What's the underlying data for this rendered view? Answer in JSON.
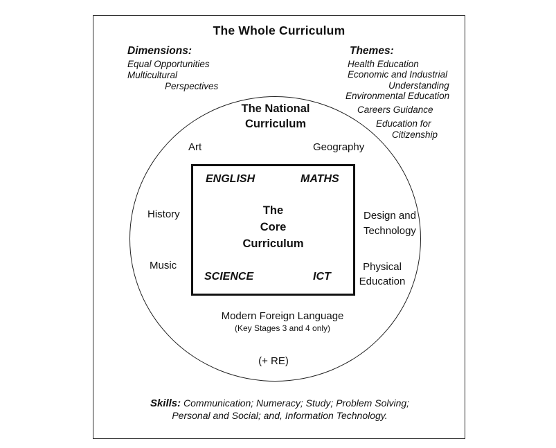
{
  "title": "The Whole Curriculum",
  "dimensions": {
    "header": "Dimensions:",
    "lines": [
      "Equal Opportunities",
      "Multicultural",
      "Perspectives"
    ]
  },
  "themes": {
    "header": "Themes:",
    "lines": [
      "Health Education",
      "Economic and Industrial",
      "Understanding",
      "Environmental Education",
      "Careers Guidance",
      "Education for",
      "Citizenship"
    ]
  },
  "national_curriculum": {
    "title_line1": "The National",
    "title_line2": "Curriculum",
    "art": "Art",
    "geography": "Geography",
    "history": "History",
    "music": "Music",
    "design_line1": "Design and",
    "design_line2": "Technology",
    "pe_line1": "Physical",
    "pe_line2": "Education",
    "mfl": "Modern Foreign Language",
    "mfl_note": "(Key Stages 3 and 4 only)",
    "re": "(+ RE)"
  },
  "core_curriculum": {
    "english": "ENGLISH",
    "maths": "MATHS",
    "title_line1": "The",
    "title_line2": "Core",
    "title_line3": "Curriculum",
    "science": "SCIENCE",
    "ict": "ICT"
  },
  "skills": {
    "header": "Skills:",
    "line1": "Communication; Numeracy; Study; Problem Solving;",
    "line2": "Personal and Social; and, Information Technology."
  },
  "colors": {
    "background": "#ffffff",
    "ink": "#111111"
  }
}
